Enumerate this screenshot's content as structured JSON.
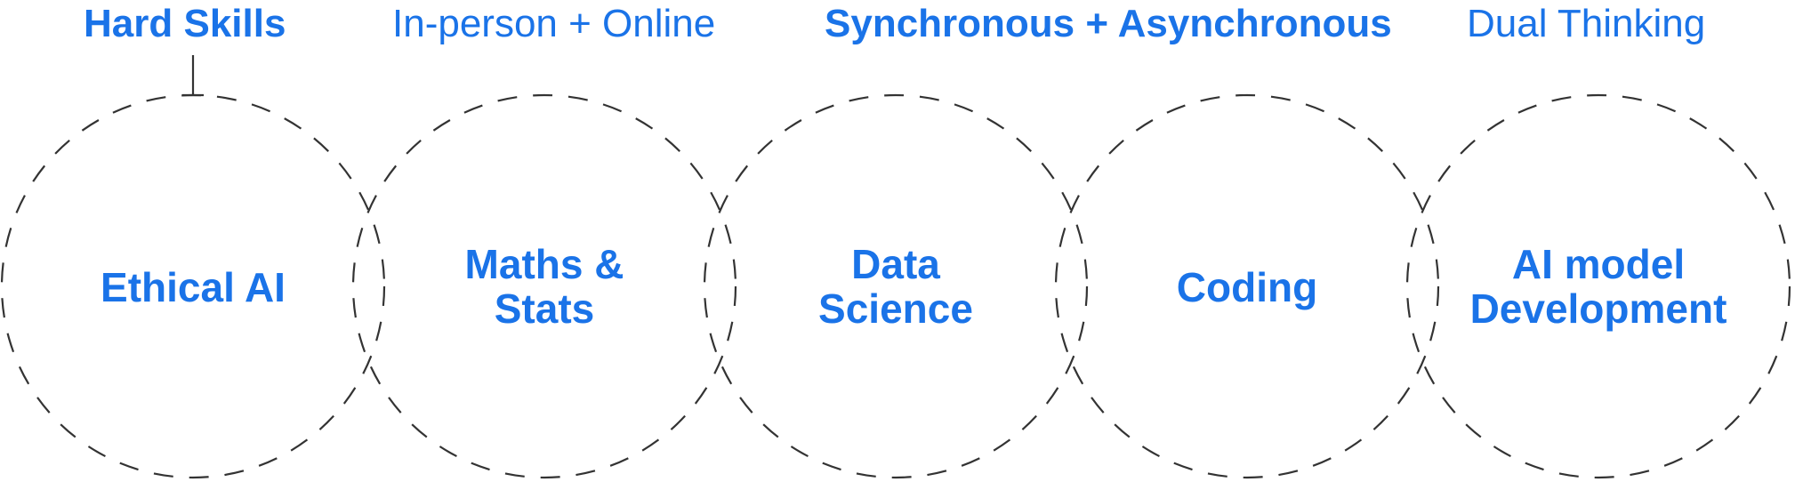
{
  "headers": [
    {
      "text": "Hard Skills",
      "style": "bold"
    },
    {
      "text": "In-person + Online",
      "style": "regular"
    },
    {
      "text": "Synchronous + Asynchronous",
      "style": "bold"
    },
    {
      "text": "Dual Thinking",
      "style": "regular"
    }
  ],
  "circles": [
    {
      "line1": "Ethical AI",
      "line2": ""
    },
    {
      "line1": "Maths &",
      "line2": "Stats"
    },
    {
      "line1": "Data",
      "line2": "Science"
    },
    {
      "line1": "Coding",
      "line2": ""
    },
    {
      "line1": "AI model",
      "line2": "Development"
    }
  ],
  "colors": {
    "accent": "#1a73e8",
    "stroke": "#333333"
  }
}
